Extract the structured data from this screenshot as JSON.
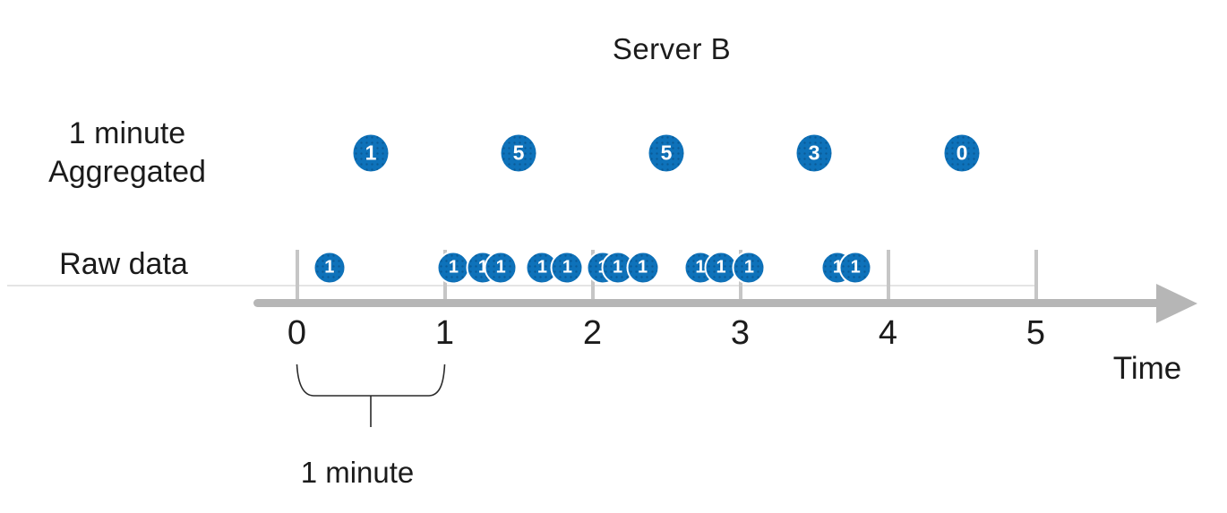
{
  "title": "Server B",
  "labels": {
    "aggregated_top": "1 minute",
    "aggregated_bottom": "Aggregated",
    "raw": "Raw data"
  },
  "colors": {
    "point_blue": "#0e72ba",
    "bar_gray": "#b6b6b6",
    "tick_gray": "#c6c6c6",
    "guide_gray": "#e4e4e4",
    "ink": "#1b1b1b"
  },
  "chart_data": {
    "type": "timeline",
    "title": "Server B",
    "xlabel": "Time",
    "x_ticks": [
      0,
      1,
      2,
      3,
      4,
      5
    ],
    "xlim": [
      0,
      5.5
    ],
    "annotation": {
      "label": "1 minute",
      "span": [
        0,
        1
      ]
    },
    "series": [
      {
        "name": "1 minute Aggregated",
        "intervals": [
          [
            0,
            1
          ],
          [
            1,
            2
          ],
          [
            2,
            3
          ],
          [
            3,
            4
          ],
          [
            4,
            5
          ]
        ],
        "values": [
          1,
          5,
          5,
          3,
          0
        ]
      },
      {
        "name": "Raw data",
        "points": [
          {
            "t": 0.22,
            "value": 1
          },
          {
            "t": 1.06,
            "value": 1
          },
          {
            "t": 1.26,
            "value": 1
          },
          {
            "t": 1.38,
            "value": 1
          },
          {
            "t": 1.66,
            "value": 1
          },
          {
            "t": 1.83,
            "value": 1
          },
          {
            "t": 2.07,
            "value": 1
          },
          {
            "t": 2.17,
            "value": 1
          },
          {
            "t": 2.34,
            "value": 1
          },
          {
            "t": 2.73,
            "value": 1
          },
          {
            "t": 2.87,
            "value": 1
          },
          {
            "t": 3.06,
            "value": 1
          },
          {
            "t": 3.66,
            "value": 1
          },
          {
            "t": 3.78,
            "value": 1
          }
        ]
      }
    ]
  }
}
